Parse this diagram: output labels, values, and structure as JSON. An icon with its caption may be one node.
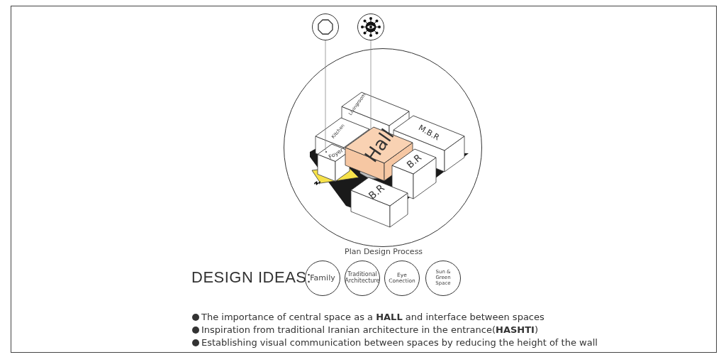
{
  "diagram": {
    "nodes": [
      {
        "text": [],
        "shape": "circle"
      },
      {
        "text": [],
        "shape": "circle"
      },
      {
        "text": [],
        "shape": "circle"
      },
      {
        "text": [
          "Livingroom"
        ],
        "in": 2
      },
      {
        "text": [
          "Kitchen"
        ],
        "in": 2
      },
      {
        "text": [
          "M.B.R"
        ],
        "in": 2
      },
      {
        "text": [
          "Foyer"
        ],
        "in": 2
      },
      {
        "text": [
          "Hall"
        ],
        "in": 2
      },
      {
        "text": [
          "B.R"
        ],
        "in": 2
      },
      {
        "text": [
          "B.R"
        ],
        "in": 2
      },
      {
        "text": [
          "Family"
        ]
      },
      {
        "text": [
          "Traditional Architecture"
        ]
      },
      {
        "text": [
          "Eye Conection"
        ]
      },
      {
        "text": [
          "Sun & Green Space"
        ]
      }
    ],
    "edges": [
      {
        "from": 0,
        "to": 6,
        "arrow": "none"
      },
      {
        "from": 1,
        "to": 7,
        "arrow": "none"
      }
    ],
    "labels": [
      "Plan Design Process",
      "DESIGN IDEAS:",
      "The importance of central space as a **HALL** and interface between spaces",
      "Inspiration from traditional Iranian architecture in the entrance(**HASHTI**)",
      "Establishing visual communication between spaces by reducing the height of the wall"
    ]
  }
}
